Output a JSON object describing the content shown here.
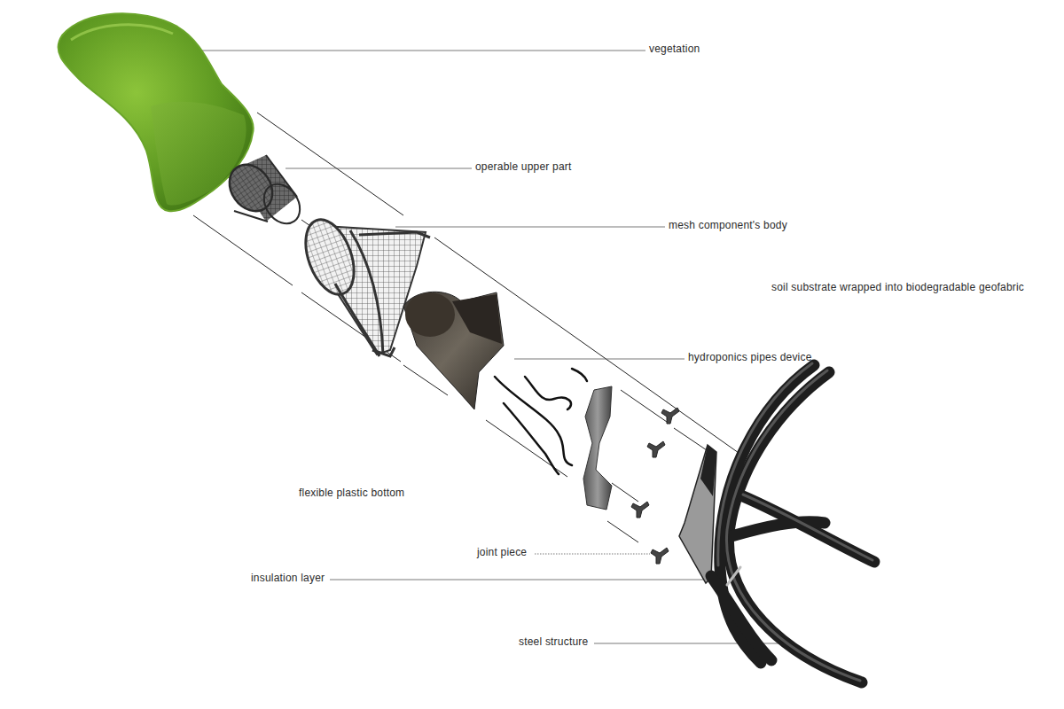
{
  "diagram": {
    "labels": [
      "vegetation",
      "operable upper part",
      "mesh component's body",
      "soil substrate wrapped into biodegradable geofabric",
      "hydroponics pipes device",
      "flexible plastic bottom",
      "joint piece",
      "insulation layer",
      "steel structure"
    ]
  }
}
